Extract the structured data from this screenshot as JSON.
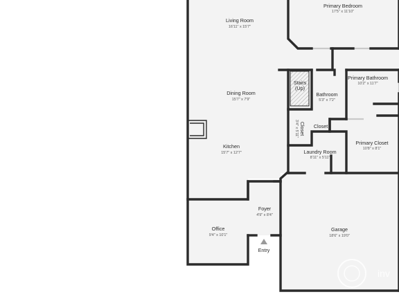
{
  "floor_plan": {
    "rooms": [
      {
        "id": "living",
        "name": "Living Room",
        "dims": "16'11\" x 15'7\""
      },
      {
        "id": "primary_bedroom",
        "name": "Primary Bedroom",
        "dims": "17'5\" x 11'10\""
      },
      {
        "id": "stairs",
        "name": "Stairs\n(Up)",
        "line1": "Stairs",
        "line2": "(Up)"
      },
      {
        "id": "bathroom",
        "name": "Bathroom",
        "dims": "5'3\" x 7'2\""
      },
      {
        "id": "primary_bathroom",
        "name": "Primary Bathroom",
        "dims": "10'2\" x 11'7\""
      },
      {
        "id": "dining",
        "name": "Dining Room",
        "dims": "15'7\" x 7'9\""
      },
      {
        "id": "closet_small",
        "name": "Closet",
        "dims": "3'4\" x 5'11\""
      },
      {
        "id": "closet",
        "name": "Closet"
      },
      {
        "id": "primary_closet",
        "name": "Primary Closet",
        "dims": "10'8\" x 8'1\""
      },
      {
        "id": "kitchen",
        "name": "Kitchen",
        "dims": "15'7\" x 12'7\""
      },
      {
        "id": "laundry",
        "name": "Laundry Room",
        "dims": "8'11\" x 5'11\""
      },
      {
        "id": "foyer",
        "name": "Foyer",
        "dims": "4'9\" x 8'4\""
      },
      {
        "id": "office",
        "name": "Office",
        "dims": "9'4\" x 10'1\""
      },
      {
        "id": "garage",
        "name": "Garage",
        "dims": "18'6\" x 19'0\""
      }
    ],
    "entry_label": "Entry",
    "watermark": "inv",
    "colors": {
      "wall": "#2b2b2b",
      "floor": "#f3f3f3",
      "window": "#c9c9c9",
      "stairs_hatch": "#b0b0b0",
      "background": "#ffffff"
    }
  }
}
